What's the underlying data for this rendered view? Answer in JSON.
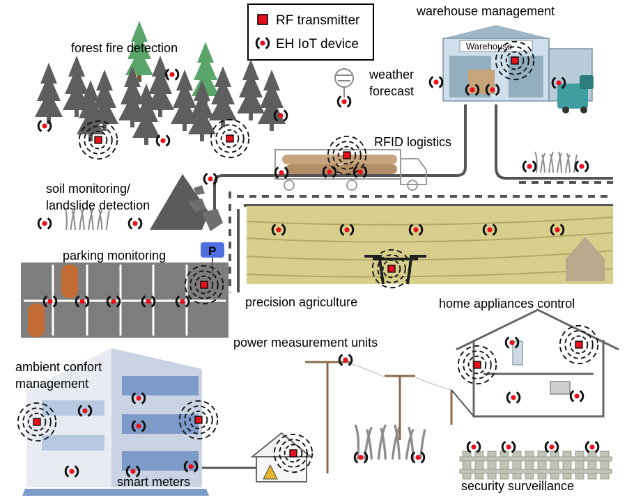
{
  "legend": {
    "rf_transmitter": "RF transmitter",
    "eh_iot_device": "EH IoT device"
  },
  "labels": {
    "forest_fire": "forest fire detection",
    "warehouse": "warehouse management",
    "warehouse_sign": "Warehouse",
    "weather_1": "weather",
    "weather_2": "forecast",
    "rfid": "RFID logistics",
    "soil_1": "soil monitoring/",
    "soil_2": "landslide detection",
    "parking": "parking monitoring",
    "parking_sign": "P",
    "precision_ag": "precision agriculture",
    "home_appliances": "home appliances control",
    "power_units": "power measurement units",
    "ambient_1": "ambient confort",
    "ambient_2": "management",
    "smart_meters": "smart meters",
    "security": "security surveillance"
  },
  "colors": {
    "transmitter_fill": "#e8101c",
    "device_fill": "#e8101c",
    "device_arc": "#111111",
    "tree_dark": "#5e5e5e",
    "tree_green": "#5aa56a",
    "field": "#d8cf8c",
    "building_blue": "#7d9bc9",
    "parking_lot": "#7d7d7d",
    "sign_blue": "#4f6fe0"
  }
}
